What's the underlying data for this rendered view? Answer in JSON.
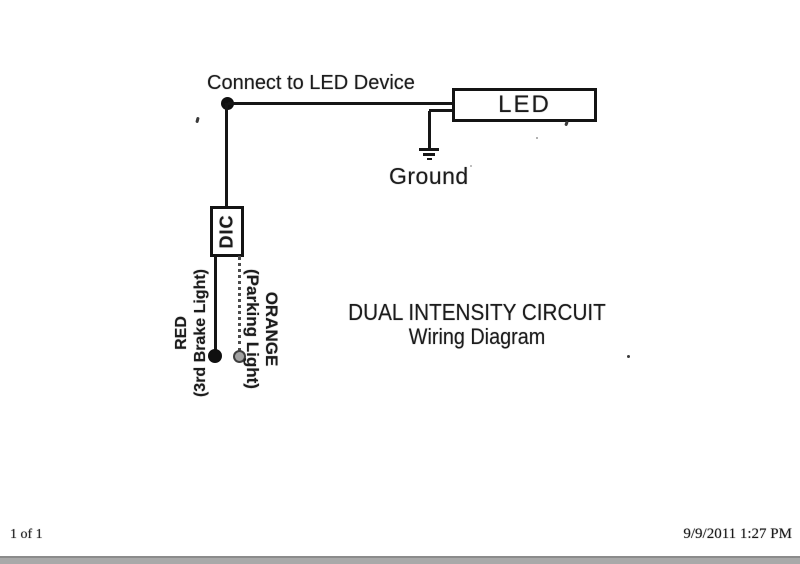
{
  "document": {
    "background": "#ffffff",
    "ink_color": "#1c1c1c"
  },
  "diagram": {
    "connect_label": "Connect to LED Device",
    "led_label": "LED",
    "ground_label": "Ground",
    "controller_label": "DIC",
    "title": {
      "line1": "DUAL INTENSITY CIRCUIT",
      "line2": "Wiring Diagram"
    },
    "wires": {
      "red": {
        "name": "RED",
        "function": "(3rd Brake Light)"
      },
      "orange": {
        "name": "ORANGE",
        "function": "(Parking Light)"
      }
    },
    "colors": {
      "wire": "#161616",
      "dotted_wire": "#4c4c4c",
      "orange_terminal_fill": "#a2a2a2",
      "bottom_bar_gray": "#a9a9a9"
    }
  },
  "footer": {
    "page_number": "1 of 1",
    "timestamp": "9/9/2011 1:27 PM"
  }
}
